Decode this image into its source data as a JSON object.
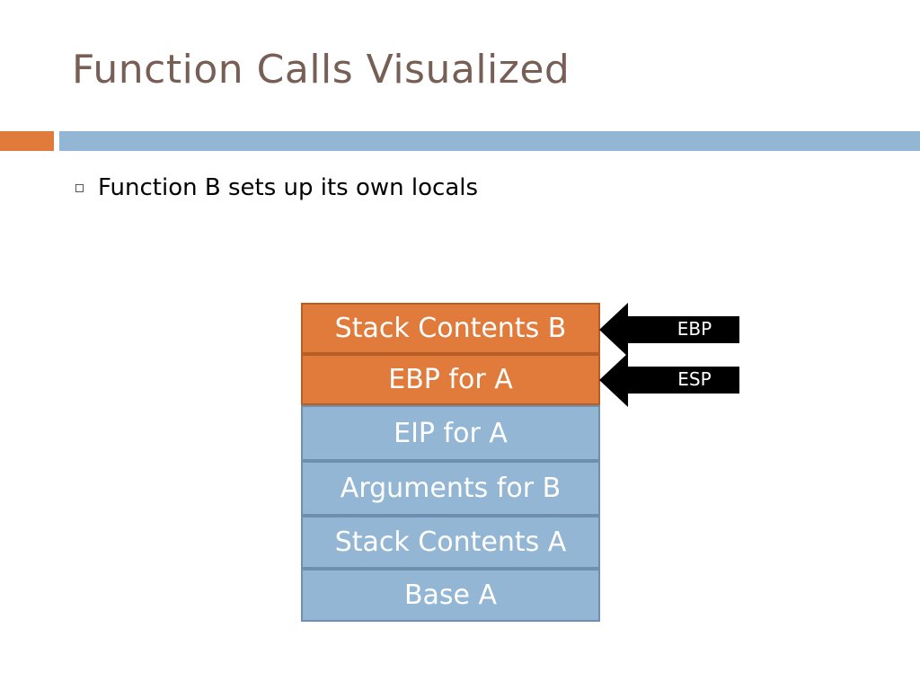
{
  "slide": {
    "title": "Function Calls Visualized",
    "bullets": [
      "Function B sets up its own locals"
    ]
  },
  "colors": {
    "title": "#775f55",
    "accent_orange": "#e07b3b",
    "accent_blue": "#93b6d4",
    "cell_orange": "#e07b3b",
    "cell_blue": "#93b6d4",
    "pointer": "#000000"
  },
  "stack": {
    "cells": [
      {
        "label": "Stack Contents B",
        "color": "orange"
      },
      {
        "label": "EBP for A",
        "color": "orange"
      },
      {
        "label": "EIP for A",
        "color": "blue"
      },
      {
        "label": "Arguments for B",
        "color": "blue"
      },
      {
        "label": "Stack Contents A",
        "color": "blue"
      },
      {
        "label": "Base A",
        "color": "blue"
      }
    ]
  },
  "pointers": [
    {
      "label": "EBP",
      "points_to": "Stack Contents B"
    },
    {
      "label": "ESP",
      "points_to": "EBP for A"
    }
  ]
}
